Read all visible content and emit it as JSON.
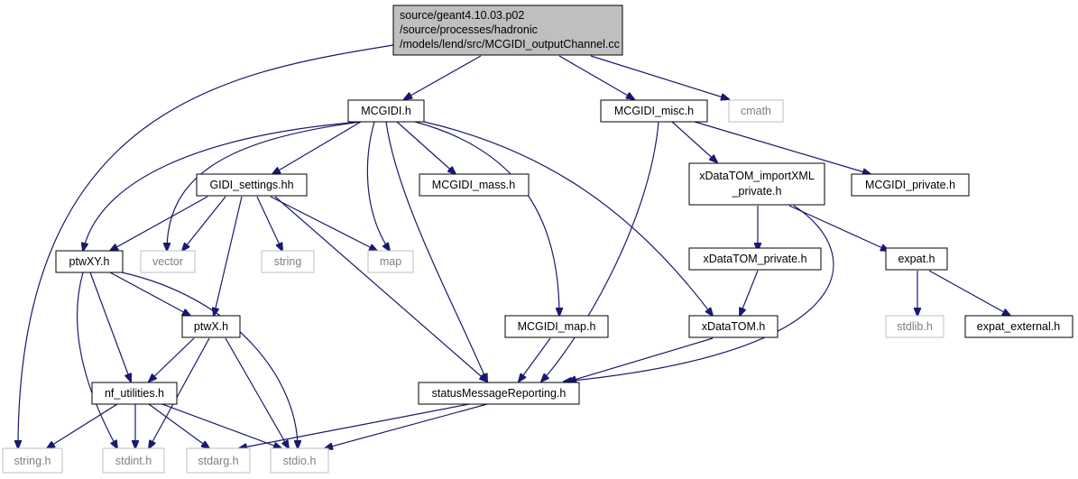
{
  "graph": {
    "root": {
      "lines": [
        "source/geant4.10.03.p02",
        "/source/processes/hadronic",
        "/models/lend/src/MCGIDI_outputChannel.cc"
      ]
    },
    "nodes": {
      "mcgidi_h": "MCGIDI.h",
      "mcgidi_misc_h": "MCGIDI_misc.h",
      "cmath": "cmath",
      "gidi_settings_hh": "GIDI_settings.hh",
      "mcgidi_mass_h": "MCGIDI_mass.h",
      "xdatatom_importxml_private_h_1": "xDataTOM_importXML",
      "xdatatom_importxml_private_h_2": "_private.h",
      "mcgidi_private_h": "MCGIDI_private.h",
      "ptwxy_h": "ptwXY.h",
      "vector": "vector",
      "string": "string",
      "map": "map",
      "xdatatom_private_h": "xDataTOM_private.h",
      "expat_h": "expat.h",
      "ptwx_h": "ptwX.h",
      "mcgidi_map_h": "MCGIDI_map.h",
      "xdatatom_h": "xDataTOM.h",
      "stdlib_h": "stdlib.h",
      "expat_external_h": "expat_external.h",
      "nf_utilities_h": "nf_utilities.h",
      "statusmessagereporting_h": "statusMessageReporting.h",
      "string_h": "string.h",
      "stdint_h": "stdint.h",
      "stdarg_h": "stdarg.h",
      "stdio_h": "stdio.h"
    }
  },
  "colors": {
    "edge": "#191970",
    "root_fill": "#bfbfbf",
    "node_border": "#000000",
    "external_border": "#bfbfbf",
    "external_text": "#808080"
  }
}
